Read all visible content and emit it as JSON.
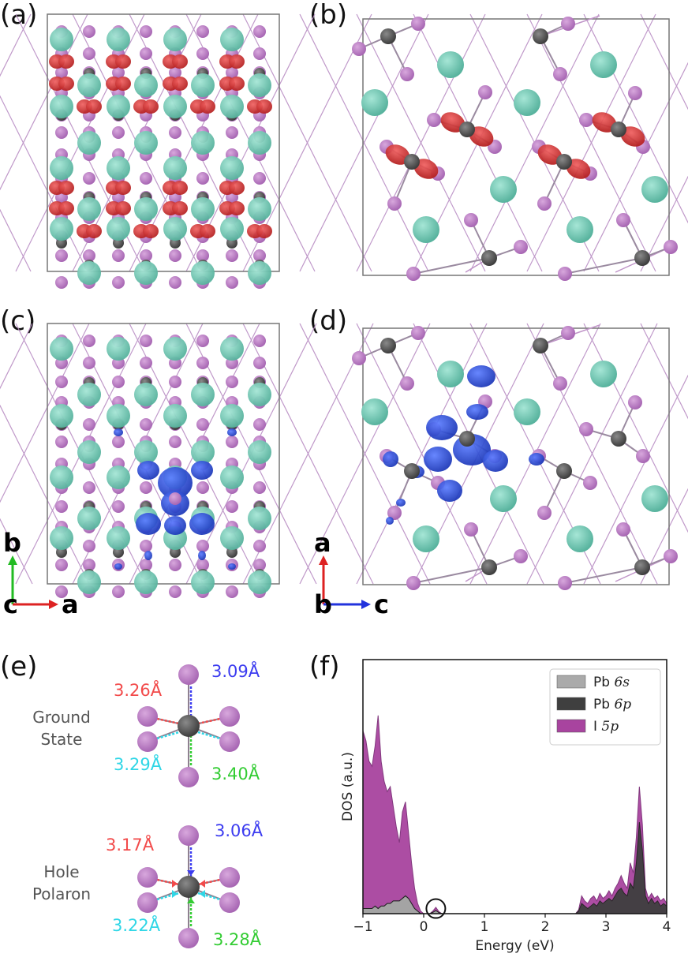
{
  "panels": {
    "a": "(a)",
    "b": "(b)",
    "c": "(c)",
    "d": "(d)",
    "e": "(e)",
    "f": "(f)"
  },
  "axes_c": {
    "up": "b",
    "origin": "c",
    "right": "a"
  },
  "axes_d": {
    "up": "a",
    "origin": "b",
    "right": "c"
  },
  "colors": {
    "iodine": "#b77fc0",
    "lead": "#5f5f5f",
    "cesium": "#6fc8b2",
    "electron_density": "#d92f2f",
    "hole_density": "#2a4fd6",
    "dist_1": "#f24a4a",
    "dist_2": "#3c3cf0",
    "dist_3": "#2fd6e6",
    "dist_4": "#33cc33"
  },
  "panel_e": {
    "ground": {
      "label_line1": "Ground",
      "label_line2": "State",
      "d_red": "3.26Å",
      "d_blue": "3.09Å",
      "d_cyan": "3.29Å",
      "d_green": "3.40Å"
    },
    "polaron": {
      "label_line1": "Hole",
      "label_line2": "Polaron",
      "d_red": "3.17Å",
      "d_blue": "3.06Å",
      "d_cyan": "3.22Å",
      "d_green": "3.28Å"
    }
  },
  "chart_data": {
    "type": "area",
    "xlabel": "Energy (eV)",
    "ylabel": "DOS (a.u.)",
    "xlim": [
      -1,
      4
    ],
    "ylim": [
      0,
      1.0
    ],
    "xticks": [
      "−1",
      "0",
      "1",
      "2",
      "3",
      "4"
    ],
    "legend_position": "top-right",
    "annotation": "circle at ~0.2 eV (in-gap polaron state)",
    "x": [
      -1.0,
      -0.95,
      -0.9,
      -0.85,
      -0.8,
      -0.75,
      -0.7,
      -0.65,
      -0.6,
      -0.55,
      -0.5,
      -0.45,
      -0.4,
      -0.35,
      -0.3,
      -0.25,
      -0.2,
      -0.15,
      -0.1,
      -0.05,
      0.0,
      0.05,
      0.1,
      0.15,
      0.2,
      0.25,
      0.3,
      0.5,
      1.0,
      1.5,
      2.0,
      2.4,
      2.5,
      2.55,
      2.6,
      2.65,
      2.7,
      2.75,
      2.8,
      2.85,
      2.9,
      2.95,
      3.0,
      3.05,
      3.1,
      3.15,
      3.2,
      3.25,
      3.3,
      3.35,
      3.4,
      3.45,
      3.5,
      3.55,
      3.6,
      3.65,
      3.7,
      3.75,
      3.8,
      3.85,
      3.9,
      3.95,
      4.0
    ],
    "series": [
      {
        "name": "Pb 6s",
        "color": "#aaaaaa",
        "values": [
          0.02,
          0.02,
          0.02,
          0.02,
          0.03,
          0.02,
          0.03,
          0.03,
          0.04,
          0.04,
          0.05,
          0.05,
          0.05,
          0.06,
          0.07,
          0.06,
          0.04,
          0.02,
          0.01,
          0.0,
          0.0,
          0.0,
          0.0,
          0.005,
          0.012,
          0.004,
          0.0,
          0.0,
          0.0,
          0.0,
          0.0,
          0.0,
          0.0,
          0.0,
          0.0,
          0.0,
          0.0,
          0.0,
          0.0,
          0.0,
          0.0,
          0.0,
          0.0,
          0.0,
          0.0,
          0.0,
          0.0,
          0.0,
          0.0,
          0.0,
          0.0,
          0.0,
          0.0,
          0.0,
          0.0,
          0.0,
          0.0,
          0.0,
          0.0,
          0.0,
          0.0,
          0.0,
          0.0
        ]
      },
      {
        "name": "Pb 6p",
        "color": "#3f3f3f",
        "values": [
          0.02,
          0.02,
          0.02,
          0.02,
          0.03,
          0.02,
          0.03,
          0.03,
          0.04,
          0.04,
          0.05,
          0.05,
          0.05,
          0.06,
          0.07,
          0.06,
          0.04,
          0.02,
          0.01,
          0.0,
          0.0,
          0.0,
          0.0,
          0.005,
          0.012,
          0.004,
          0.0,
          0.0,
          0.0,
          0.0,
          0.0,
          0.0,
          0.0,
          0.01,
          0.04,
          0.03,
          0.02,
          0.03,
          0.04,
          0.03,
          0.05,
          0.04,
          0.05,
          0.06,
          0.05,
          0.07,
          0.09,
          0.1,
          0.08,
          0.07,
          0.12,
          0.1,
          0.2,
          0.36,
          0.25,
          0.07,
          0.04,
          0.06,
          0.04,
          0.05,
          0.03,
          0.04,
          0.03
        ]
      },
      {
        "name": "I 5p",
        "color": "#a8449f",
        "values": [
          0.72,
          0.68,
          0.6,
          0.58,
          0.66,
          0.78,
          0.6,
          0.52,
          0.48,
          0.5,
          0.42,
          0.34,
          0.28,
          0.4,
          0.44,
          0.32,
          0.2,
          0.1,
          0.04,
          0.01,
          0.0,
          0.0,
          0.0,
          0.01,
          0.025,
          0.008,
          0.0,
          0.0,
          0.0,
          0.0,
          0.0,
          0.0,
          0.0,
          0.015,
          0.07,
          0.05,
          0.04,
          0.06,
          0.07,
          0.05,
          0.08,
          0.06,
          0.07,
          0.09,
          0.07,
          0.1,
          0.12,
          0.15,
          0.12,
          0.1,
          0.2,
          0.16,
          0.3,
          0.5,
          0.35,
          0.1,
          0.06,
          0.08,
          0.06,
          0.07,
          0.05,
          0.06,
          0.04
        ]
      }
    ]
  }
}
